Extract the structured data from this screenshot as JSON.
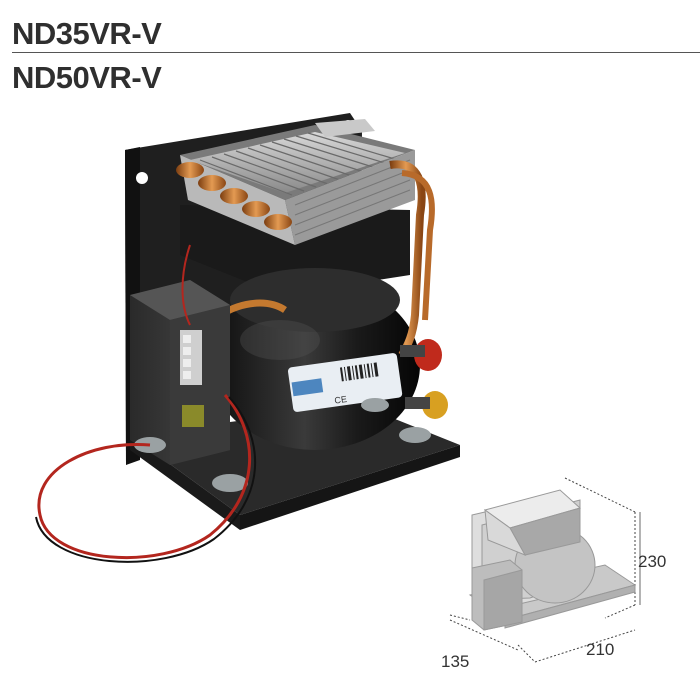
{
  "header": {
    "model_primary": "ND35VR-V",
    "model_secondary": "ND50VR-V"
  },
  "product_image": {
    "label_text": "CE"
  },
  "dimensions": {
    "height": "230",
    "width": "210",
    "depth": "135"
  },
  "colors": {
    "title": "#2f2f2f",
    "rule": "#555555",
    "copper": "#c9772f",
    "frame": "#232323",
    "drawing_fill": "#c8c8c8"
  }
}
